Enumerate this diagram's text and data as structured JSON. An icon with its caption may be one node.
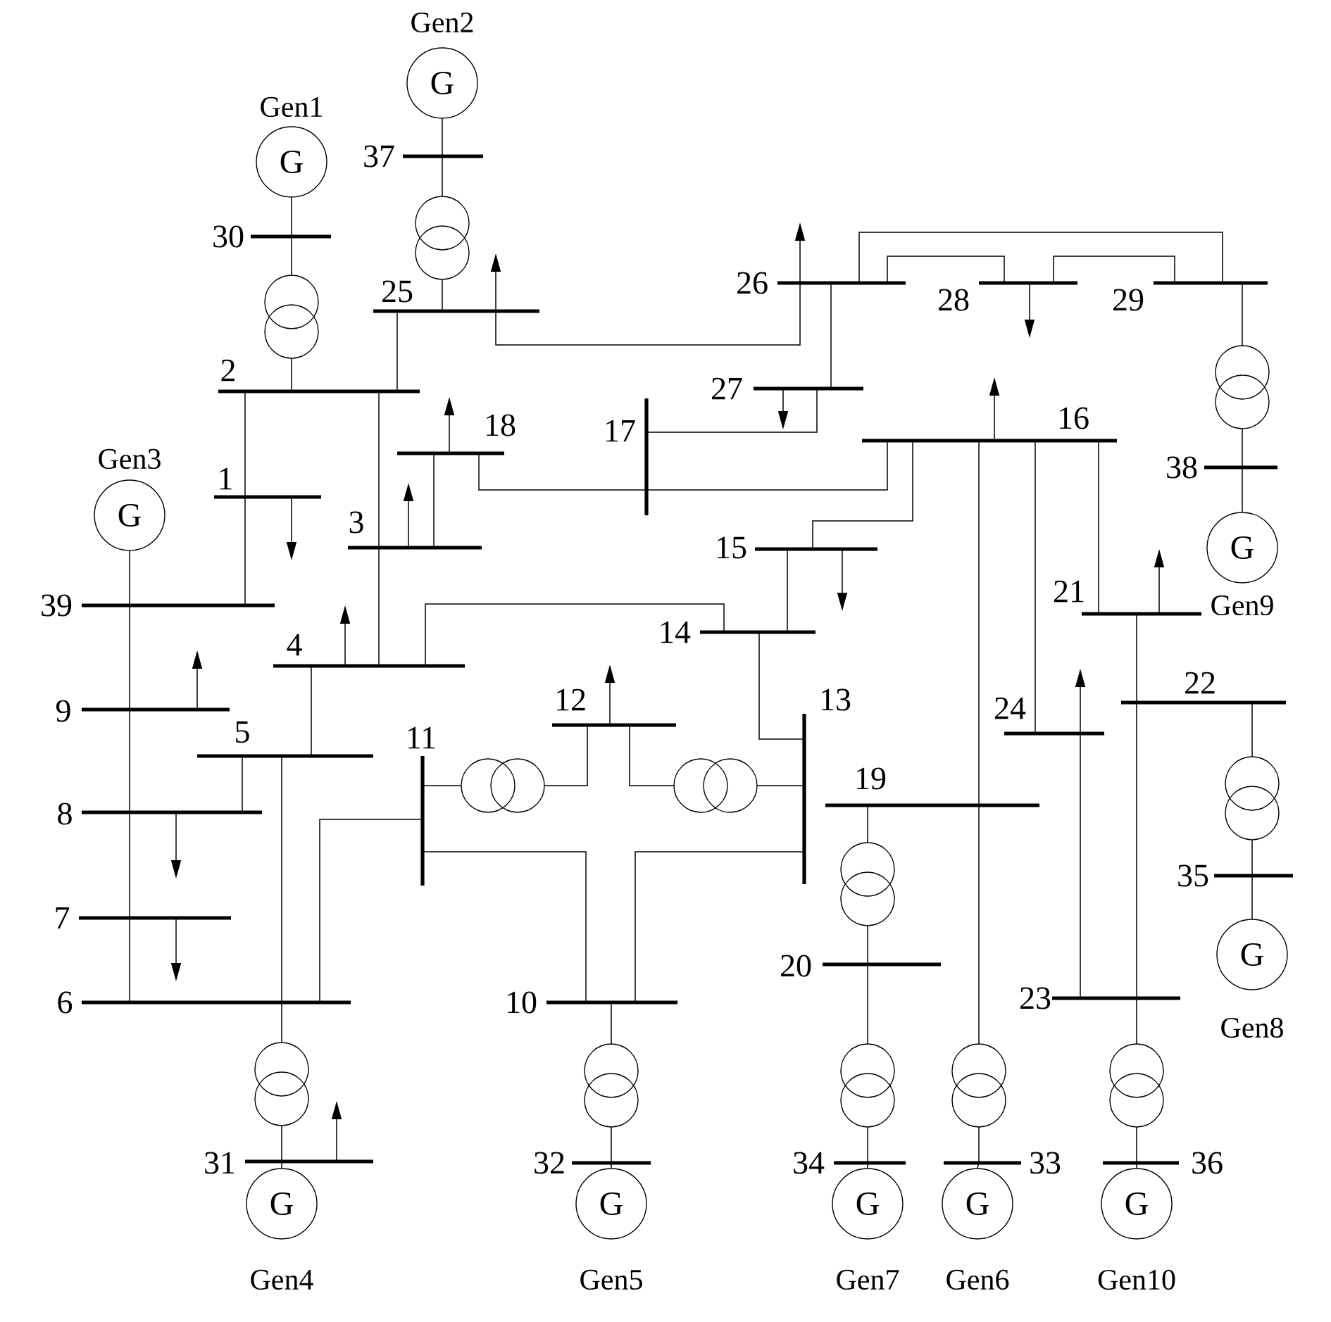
{
  "diagram": {
    "nodes": [
      {
        "text": [
          "1"
        ]
      },
      {
        "text": [
          "2"
        ]
      },
      {
        "text": [
          "3"
        ]
      },
      {
        "text": [
          "4"
        ]
      },
      {
        "text": [
          "5"
        ]
      },
      {
        "text": [
          "6"
        ]
      },
      {
        "text": [
          "7"
        ]
      },
      {
        "text": [
          "8"
        ]
      },
      {
        "text": [
          "9"
        ]
      },
      {
        "text": [
          "10"
        ]
      },
      {
        "text": [
          "11"
        ]
      },
      {
        "text": [
          "12"
        ]
      },
      {
        "text": [
          "13"
        ]
      },
      {
        "text": [
          "14"
        ]
      },
      {
        "text": [
          "15"
        ]
      },
      {
        "text": [
          "16"
        ]
      },
      {
        "text": [
          "17"
        ]
      },
      {
        "text": [
          "18"
        ]
      },
      {
        "text": [
          "19"
        ]
      },
      {
        "text": [
          "20"
        ]
      },
      {
        "text": [
          "21"
        ]
      },
      {
        "text": [
          "22"
        ]
      },
      {
        "text": [
          "23"
        ]
      },
      {
        "text": [
          "24"
        ]
      },
      {
        "text": [
          "25"
        ]
      },
      {
        "text": [
          "26"
        ]
      },
      {
        "text": [
          "27"
        ]
      },
      {
        "text": [
          "28"
        ]
      },
      {
        "text": [
          "29"
        ]
      },
      {
        "text": [
          "30"
        ]
      },
      {
        "text": [
          "31"
        ]
      },
      {
        "text": [
          "32"
        ]
      },
      {
        "text": [
          "33"
        ]
      },
      {
        "text": [
          "34"
        ]
      },
      {
        "text": [
          "35"
        ]
      },
      {
        "text": [
          "36"
        ]
      },
      {
        "text": [
          "37"
        ]
      },
      {
        "text": [
          "38"
        ]
      },
      {
        "text": [
          "39"
        ]
      },
      {
        "text": [
          "G"
        ],
        "beside": [
          "Gen1"
        ]
      },
      {
        "text": [
          "G"
        ],
        "beside": [
          "Gen2"
        ]
      },
      {
        "text": [
          "G"
        ],
        "beside": [
          "Gen3"
        ]
      },
      {
        "text": [
          "G"
        ],
        "beside": [
          "Gen4"
        ]
      },
      {
        "text": [
          "G"
        ],
        "beside": [
          "Gen5"
        ]
      },
      {
        "text": [
          "G"
        ],
        "beside": [
          "Gen6"
        ]
      },
      {
        "text": [
          "G"
        ],
        "beside": [
          "Gen7"
        ]
      },
      {
        "text": [
          "G"
        ],
        "beside": [
          "Gen8"
        ]
      },
      {
        "text": [
          "G"
        ],
        "beside": [
          "Gen9"
        ]
      },
      {
        "text": [
          "G"
        ],
        "beside": [
          "Gen10"
        ]
      }
    ],
    "edges": [
      {
        "from": 39,
        "to": 29,
        "arrow": "none"
      },
      {
        "from": 29,
        "to": 1,
        "arrow": "none"
      },
      {
        "from": 40,
        "to": 36,
        "arrow": "none"
      },
      {
        "from": 36,
        "to": 24,
        "arrow": "none"
      },
      {
        "from": 1,
        "to": 24,
        "arrow": "none"
      },
      {
        "from": 1,
        "to": 0,
        "arrow": "none"
      },
      {
        "from": 0,
        "to": 38,
        "arrow": "none"
      },
      {
        "from": 1,
        "to": 2,
        "arrow": "none"
      },
      {
        "from": 2,
        "to": 3,
        "arrow": "none"
      },
      {
        "from": 2,
        "to": 17,
        "arrow": "none"
      },
      {
        "from": 17,
        "to": 16,
        "arrow": "none"
      },
      {
        "from": 3,
        "to": 13,
        "arrow": "none"
      },
      {
        "from": 3,
        "to": 4,
        "arrow": "none"
      },
      {
        "from": 41,
        "to": 38,
        "arrow": "none"
      },
      {
        "from": 38,
        "to": 8,
        "arrow": "none"
      },
      {
        "from": 8,
        "to": 7,
        "arrow": "none"
      },
      {
        "from": 7,
        "to": 6,
        "arrow": "none"
      },
      {
        "from": 6,
        "to": 5,
        "arrow": "none"
      },
      {
        "from": 4,
        "to": 7,
        "arrow": "none"
      },
      {
        "from": 4,
        "to": 5,
        "arrow": "none"
      },
      {
        "from": 5,
        "to": 30,
        "arrow": "none"
      },
      {
        "from": 30,
        "to": 42,
        "arrow": "none"
      },
      {
        "from": 5,
        "to": 10,
        "arrow": "none"
      },
      {
        "from": 10,
        "to": 9,
        "arrow": "none"
      },
      {
        "from": 10,
        "to": 11,
        "arrow": "none"
      },
      {
        "from": 11,
        "to": 12,
        "arrow": "none"
      },
      {
        "from": 12,
        "to": 9,
        "arrow": "none"
      },
      {
        "from": 12,
        "to": 13,
        "arrow": "none"
      },
      {
        "from": 13,
        "to": 14,
        "arrow": "none"
      },
      {
        "from": 14,
        "to": 15,
        "arrow": "none"
      },
      {
        "from": 15,
        "to": 16,
        "arrow": "none"
      },
      {
        "from": 16,
        "to": 26,
        "arrow": "none"
      },
      {
        "from": 25,
        "to": 26,
        "arrow": "none"
      },
      {
        "from": 25,
        "to": 27,
        "arrow": "none"
      },
      {
        "from": 25,
        "to": 28,
        "arrow": "none"
      },
      {
        "from": 27,
        "to": 28,
        "arrow": "none"
      },
      {
        "from": 28,
        "to": 37,
        "arrow": "none"
      },
      {
        "from": 37,
        "to": 47,
        "arrow": "none"
      },
      {
        "from": 15,
        "to": 18,
        "arrow": "none"
      },
      {
        "from": 18,
        "to": 32,
        "arrow": "none"
      },
      {
        "from": 32,
        "to": 44,
        "arrow": "none"
      },
      {
        "from": 15,
        "to": 23,
        "arrow": "none"
      },
      {
        "from": 15,
        "to": 20,
        "arrow": "none"
      },
      {
        "from": 20,
        "to": 21,
        "arrow": "none"
      },
      {
        "from": 21,
        "to": 22,
        "arrow": "none"
      },
      {
        "from": 22,
        "to": 35,
        "arrow": "none"
      },
      {
        "from": 35,
        "to": 48,
        "arrow": "none"
      },
      {
        "from": 21,
        "to": 34,
        "arrow": "none"
      },
      {
        "from": 34,
        "to": 46,
        "arrow": "none"
      },
      {
        "from": 22,
        "to": 23,
        "arrow": "none"
      },
      {
        "from": 18,
        "to": 19,
        "arrow": "none"
      },
      {
        "from": 19,
        "to": 33,
        "arrow": "none"
      },
      {
        "from": 33,
        "to": 45,
        "arrow": "none"
      },
      {
        "from": 9,
        "to": 31,
        "arrow": "none"
      },
      {
        "from": 31,
        "to": 43,
        "arrow": "none"
      },
      {
        "from": 24,
        "to": 25,
        "arrow": "none"
      },
      {
        "from": 0,
        "to": null,
        "arrow": "to"
      },
      {
        "from": 2,
        "to": null,
        "arrow": "to"
      },
      {
        "from": 3,
        "to": null,
        "arrow": "to"
      },
      {
        "from": 6,
        "to": null,
        "arrow": "to"
      },
      {
        "from": 7,
        "to": null,
        "arrow": "to"
      },
      {
        "from": 8,
        "to": null,
        "arrow": "to"
      },
      {
        "from": 11,
        "to": null,
        "arrow": "to"
      },
      {
        "from": 14,
        "to": null,
        "arrow": "to"
      },
      {
        "from": 15,
        "to": null,
        "arrow": "to"
      },
      {
        "from": 17,
        "to": null,
        "arrow": "to"
      },
      {
        "from": 20,
        "to": null,
        "arrow": "to"
      },
      {
        "from": 23,
        "to": null,
        "arrow": "to"
      },
      {
        "from": 24,
        "to": null,
        "arrow": "to"
      },
      {
        "from": 25,
        "to": null,
        "arrow": "to"
      },
      {
        "from": 26,
        "to": null,
        "arrow": "to"
      },
      {
        "from": 27,
        "to": null,
        "arrow": "to"
      },
      {
        "from": 30,
        "to": null,
        "arrow": "to"
      }
    ]
  }
}
